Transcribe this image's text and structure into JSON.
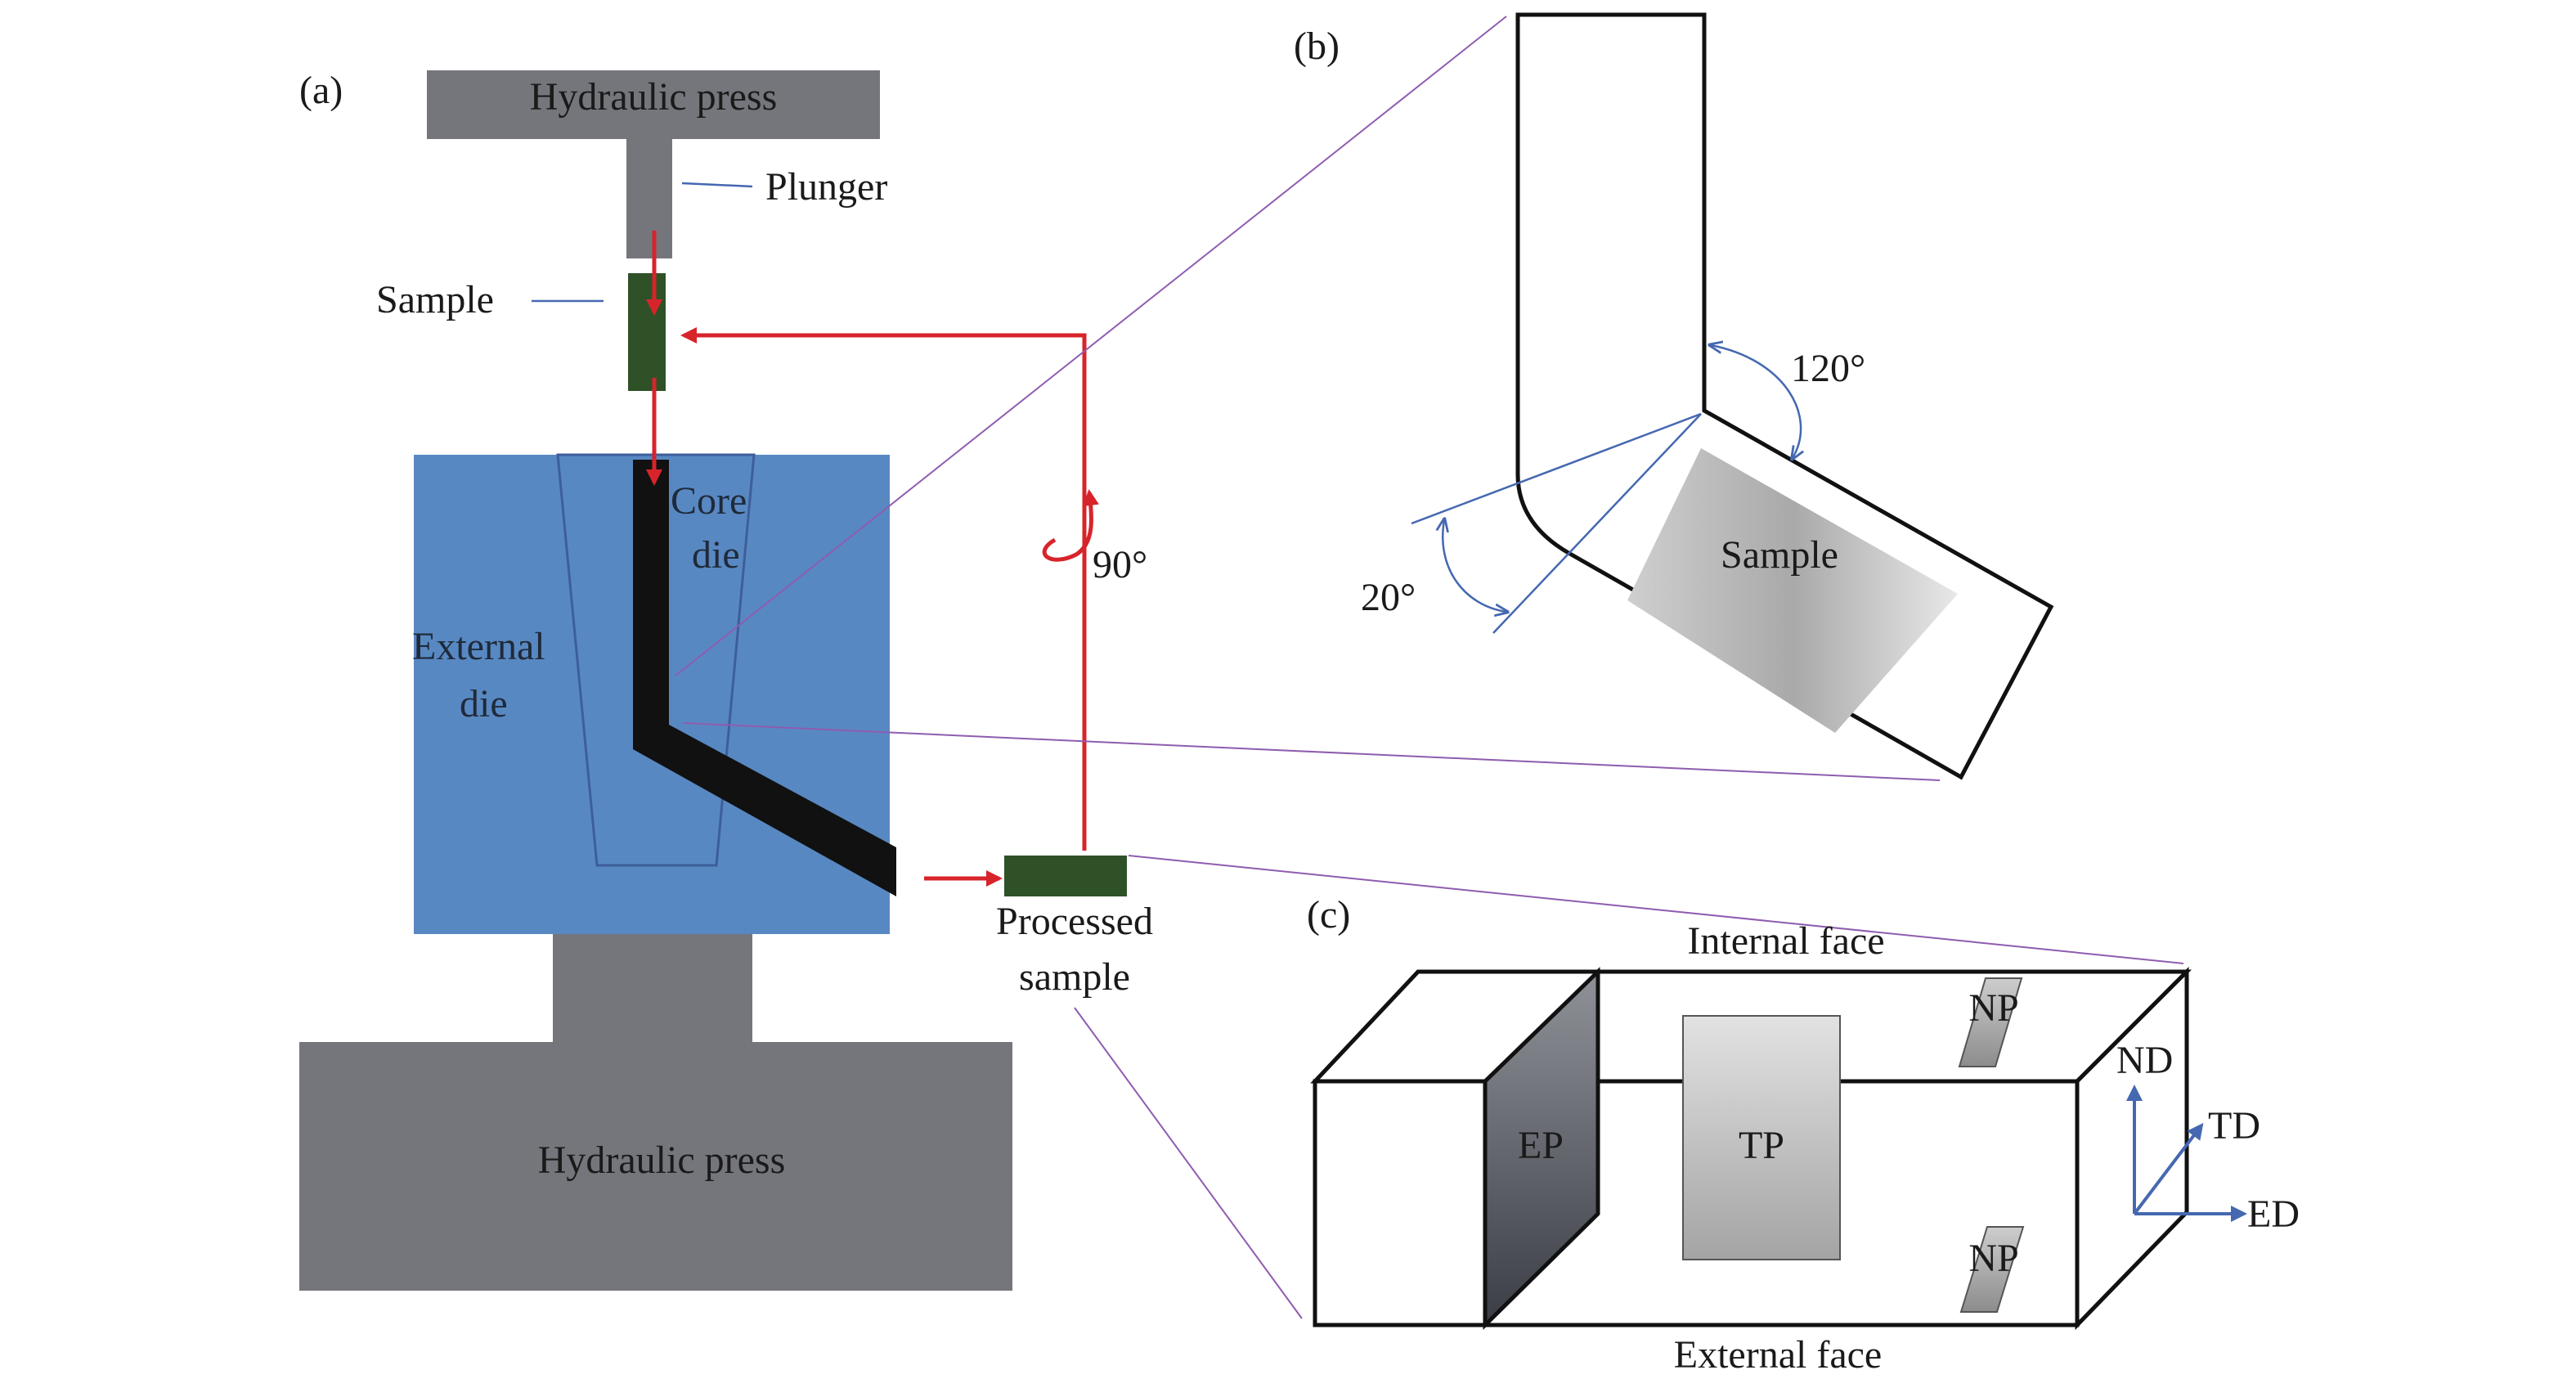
{
  "panel_a": {
    "label": "(a)",
    "press_top": "Hydraulic press",
    "plunger": "Plunger",
    "sample": "Sample",
    "core_die_1": "Core",
    "core_die_2": "die",
    "external_die_1": "External",
    "external_die_2": "die",
    "rotation": "90°",
    "processed_1": "Processed",
    "processed_2": "sample",
    "press_bottom": "Hydraulic press"
  },
  "panel_b": {
    "label": "(b)",
    "angle_channel": "120°",
    "angle_corner": "20°",
    "sample": "Sample"
  },
  "panel_c": {
    "label": "(c)",
    "internal_face": "Internal face",
    "external_face": "External face",
    "ep": "EP",
    "tp": "TP",
    "np_top": "NP",
    "np_bottom": "NP",
    "nd": "ND",
    "td": "TD",
    "ed": "ED"
  },
  "colors": {
    "press": "#75767c",
    "die": "#5888c2",
    "die_edge": "#3d5e99",
    "sample": "#2f5128",
    "channel": "#111111",
    "arrow": "#d7242b",
    "guide": "#8e5cb0",
    "axis": "#4568b0"
  }
}
